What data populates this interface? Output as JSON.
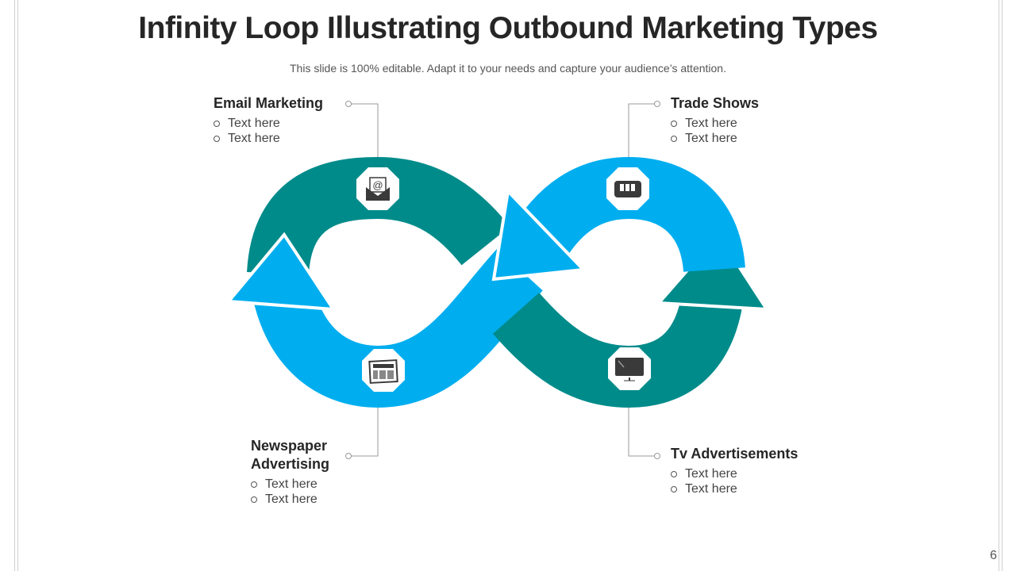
{
  "title": "Infinity Loop Illustrating Outbound Marketing Types",
  "subtitle": "This slide is 100% editable. Adapt it to your needs and capture your audience’s attention.",
  "items": [
    {
      "heading": "Email Marketing",
      "bullets": [
        "Text here",
        "Text here"
      ],
      "icon": "email-icon"
    },
    {
      "heading": "Trade Shows",
      "bullets": [
        "Text here",
        "Text here"
      ],
      "icon": "trade-show-booth-icon"
    },
    {
      "heading": "Newspaper Advertising",
      "bullets": [
        "Text here",
        "Text here"
      ],
      "icon": "newspaper-icon"
    },
    {
      "heading": "Tv Advertisements",
      "bullets": [
        "Text here",
        "Text here"
      ],
      "icon": "tv-icon"
    }
  ],
  "colors": {
    "teal": "#008B8B",
    "blue": "#00AEEF",
    "icon": "#3a3a3a"
  },
  "page_number": "6"
}
